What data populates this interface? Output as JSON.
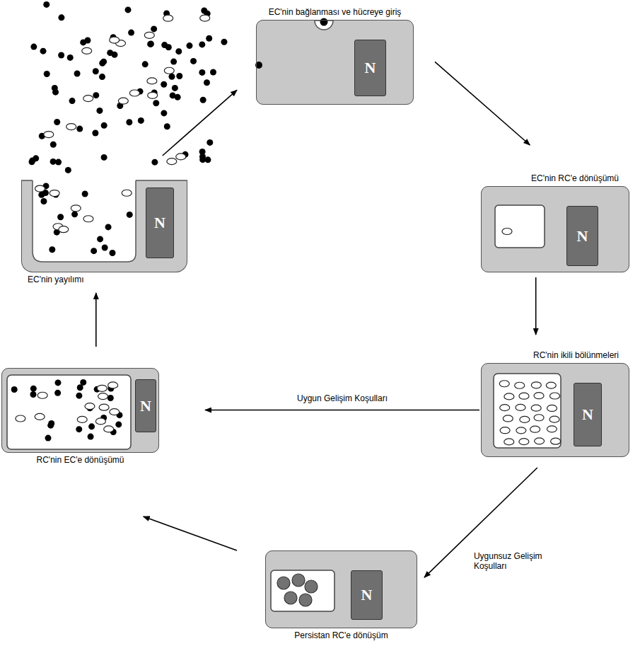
{
  "diagram": {
    "nodes": [
      {
        "text": [
          "EC'nin bağlanması ve hücreye giriş"
        ]
      },
      {
        "text": [
          "N"
        ],
        "in": 0
      },
      {
        "text": [
          "EC'nin RC'e dönüşümü"
        ]
      },
      {
        "text": [
          "N"
        ],
        "in": 2
      },
      {
        "text": [
          "RC'nin ikili bölünmeleri"
        ]
      },
      {
        "text": [
          "N"
        ],
        "in": 4
      },
      {
        "text": [
          "Persistan RC'e dönüşüm"
        ]
      },
      {
        "text": [
          "N"
        ],
        "in": 6
      },
      {
        "text": [
          "RC'nin EC'e dönüşümü"
        ]
      },
      {
        "text": [
          "N"
        ],
        "in": 8
      },
      {
        "text": [
          "EC'nin yayılımı"
        ]
      },
      {
        "text": [
          "N"
        ],
        "in": 10
      }
    ],
    "edges": [
      {
        "from": 10,
        "to": 0,
        "arrow": "to"
      },
      {
        "from": 0,
        "to": 2,
        "arrow": "to"
      },
      {
        "from": 2,
        "to": 4,
        "arrow": "to"
      },
      {
        "from": 4,
        "to": 8,
        "label": "Uygun Gelişim Koşulları",
        "arrow": "to"
      },
      {
        "from": 4,
        "to": 6,
        "label": "Uygunsuz Gelişim Koşulları",
        "arrow": "to"
      },
      {
        "from": 6,
        "to": 8,
        "arrow": "to"
      },
      {
        "from": 8,
        "to": 10,
        "arrow": "to"
      }
    ]
  }
}
